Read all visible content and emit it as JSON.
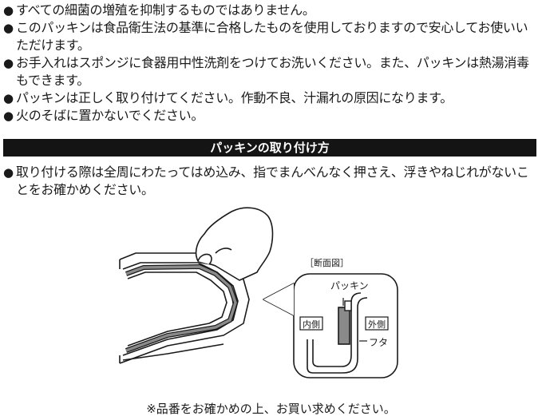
{
  "notes": [
    {
      "bullet": "●",
      "text": "すべての細菌の増殖を抑制するものではありません。"
    },
    {
      "bullet": "●",
      "text": "このパッキンは食品衛生法の基準に合格したものを使用しておりますので安心してお使いいただけます。"
    },
    {
      "bullet": "●",
      "text": "お手入れはスポンジに食器用中性洗剤をつけてお洗いください。また、パッキンは熱湯消毒もできます。"
    },
    {
      "bullet": "●",
      "text": "パッキンは正しく取り付けてください。作動不良、汁漏れの原因になります。"
    },
    {
      "bullet": "●",
      "text": "火のそばに置かないでください。"
    }
  ],
  "section": {
    "title": "パッキンの取り付け方"
  },
  "instructions": [
    {
      "bullet": "●",
      "text": "取り付ける際は全周にわたってはめ込み、指でまんべんなく押さえ、浮きやねじれがないことをお確かめください。"
    }
  ],
  "diagram": {
    "section_label": "［断面図］",
    "packing_label": "パッキン",
    "inner_label": "内側",
    "outer_label": "外側",
    "lid_label": "フタ"
  },
  "footer": {
    "text": "※品番をお確かめの上、お買い求めください。"
  }
}
